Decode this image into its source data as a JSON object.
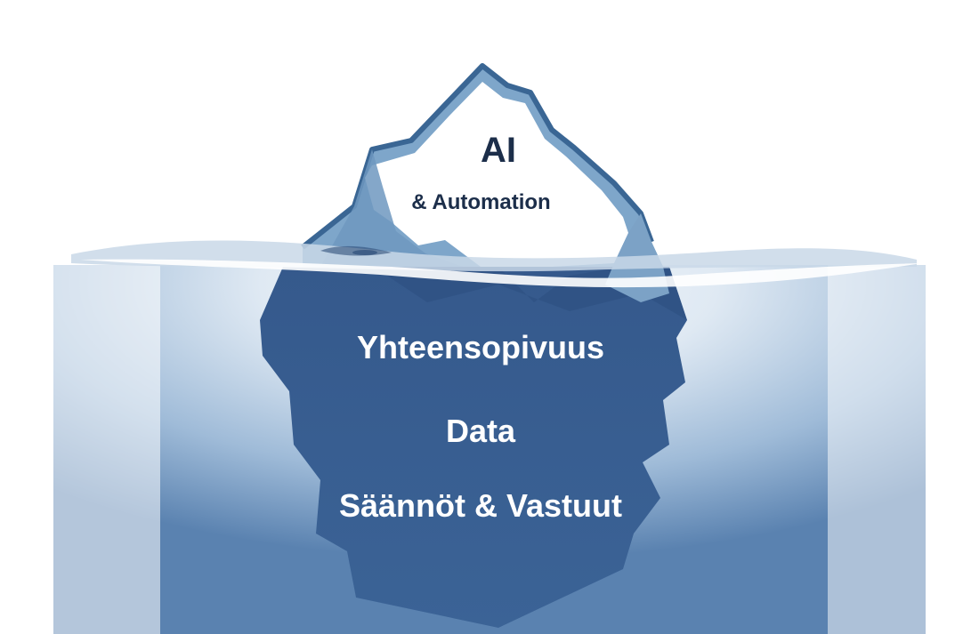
{
  "above_water": {
    "title": "AI",
    "subtitle": "& Automation"
  },
  "below_water": {
    "items": [
      "Yhteensopivuus",
      "Data",
      "Säännöt & Vastuut"
    ]
  },
  "colors": {
    "ice_top": "#ffffff",
    "ice_shade": "#7aa3c8",
    "ice_edge": "#2f5f8f",
    "ice_underwater": "#355b8e",
    "water_deep": "#3f6aa0",
    "water_light": "#eaf1f8",
    "text_dark": "#1c2e4a",
    "text_light": "#ffffff"
  }
}
